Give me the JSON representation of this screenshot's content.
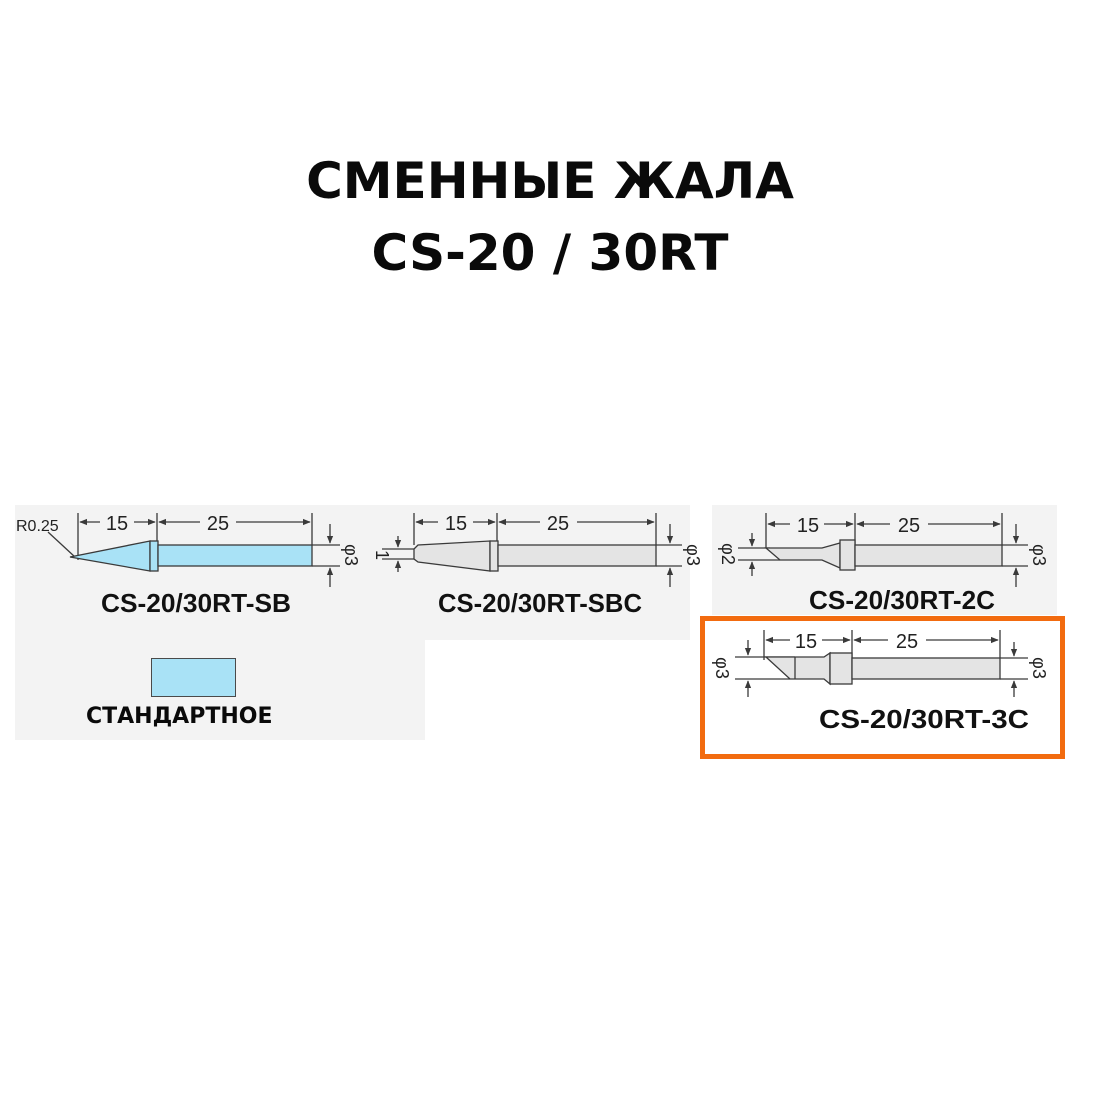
{
  "heading": {
    "line1": "СМЕННЫЕ ЖАЛА",
    "line2": "CS-20 / 30RT"
  },
  "tips": [
    {
      "model": "CS-20/30RT-SB",
      "radius_label": "R0.25",
      "tip_length": "15",
      "shank_length": "25",
      "shank_diameter": "φ3",
      "highlighted": false,
      "color": "#a9e2f6"
    },
    {
      "model": "CS-20/30RT-SBC",
      "tip_width": "1",
      "tip_length": "15",
      "shank_length": "25",
      "shank_diameter": "φ3",
      "highlighted": false,
      "color": "#e4e4e4"
    },
    {
      "model": "CS-20/30RT-2C",
      "tip_diameter": "φ2",
      "tip_length": "15",
      "shank_length": "25",
      "shank_diameter": "φ3",
      "highlighted": false,
      "color": "#e4e4e4"
    },
    {
      "model": "CS-20/30RT-3C",
      "tip_diameter": "φ3",
      "tip_length": "15",
      "shank_length": "25",
      "shank_diameter": "φ3",
      "highlighted": true,
      "color": "#e4e4e4"
    }
  ],
  "legend": {
    "label": "СТАНДАРТНОЕ",
    "color": "#a9e2f6"
  },
  "colors": {
    "highlight_border": "#f26b0f",
    "standard_fill": "#a9e2f6",
    "line": "#3a3a3a"
  }
}
